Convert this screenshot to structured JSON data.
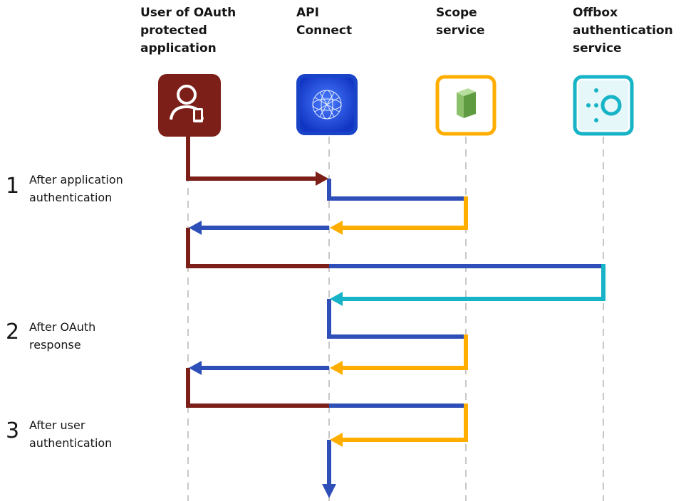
{
  "participants": [
    {
      "id": "user",
      "lines": [
        "User of OAuth",
        "protected",
        "application"
      ],
      "icon": "user-icon",
      "color": "#7a1e1a"
    },
    {
      "id": "apic",
      "lines": [
        "API",
        "Connect"
      ],
      "icon": "api-connect-icon",
      "color": "#1f4fd6"
    },
    {
      "id": "scope",
      "lines": [
        "Scope",
        "service"
      ],
      "icon": "cube-icon",
      "color": "#ffb000"
    },
    {
      "id": "offbox",
      "lines": [
        "Offbox",
        "authentication",
        "service"
      ],
      "icon": "network-node-icon",
      "color": "#14b6c8"
    }
  ],
  "steps": [
    {
      "number": "1",
      "lines": [
        "After application",
        "authentication"
      ]
    },
    {
      "number": "2",
      "lines": [
        "After OAuth",
        "response"
      ]
    },
    {
      "number": "3",
      "lines": [
        "After user",
        "authentication"
      ]
    }
  ],
  "colors": {
    "user": "#7a2018",
    "apic": "#2f4fb8",
    "scope": "#ffae00",
    "offbox": "#17b3c6",
    "lifeline": "#cccccc"
  }
}
